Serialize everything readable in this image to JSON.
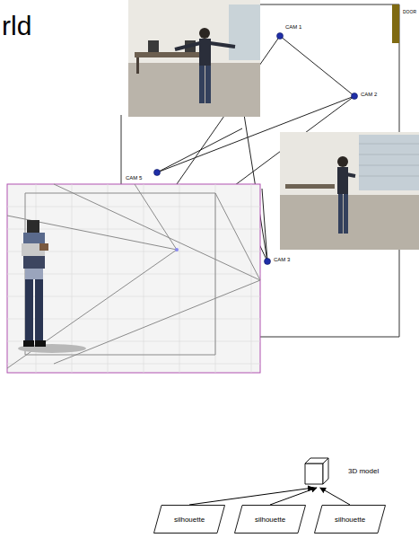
{
  "diagram": {
    "title": "rld",
    "nodes": [
      {
        "text": [
          "3D model"
        ]
      },
      {
        "text": [
          "silhouette"
        ]
      },
      {
        "text": [
          "silhouette"
        ]
      },
      {
        "text": [
          "silhouette"
        ]
      }
    ],
    "edges": [
      {
        "from": 1,
        "to": 0,
        "arrow": "to"
      },
      {
        "from": 2,
        "to": 0,
        "arrow": "to"
      },
      {
        "from": 3,
        "to": 0,
        "arrow": "to"
      }
    ],
    "labels": [
      "DOOR",
      "CAM 1",
      "CAM 2",
      "CAM 5",
      "CAM 3"
    ]
  }
}
